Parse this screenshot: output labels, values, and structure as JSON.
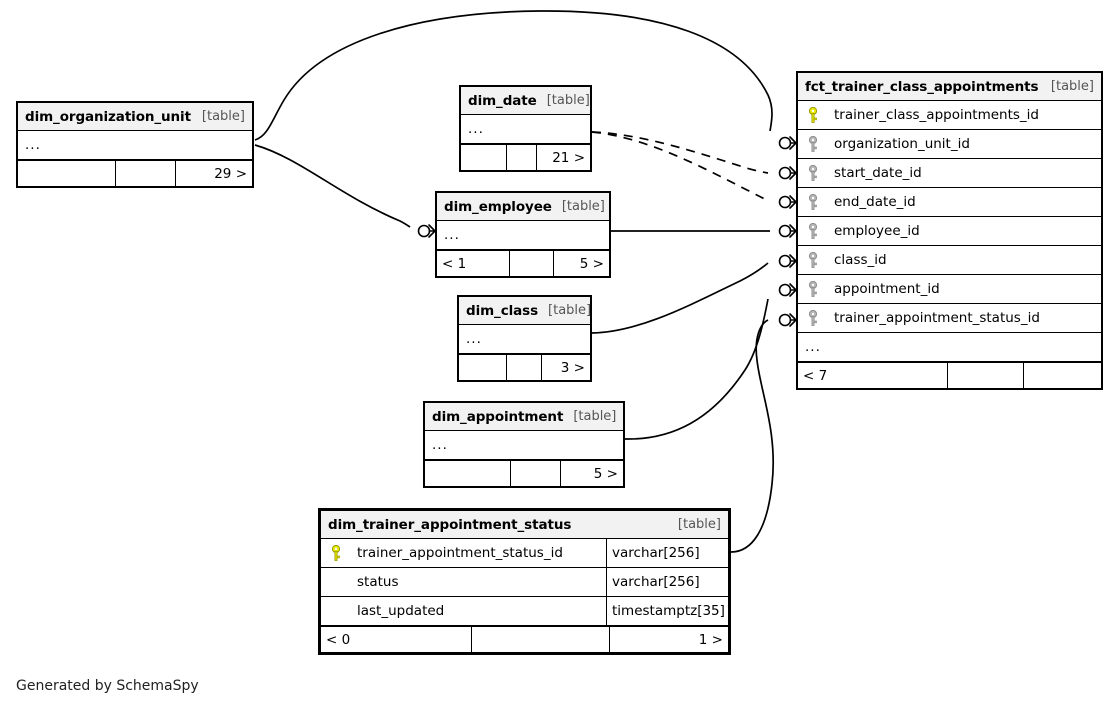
{
  "diagram": {
    "generator_caption": "Generated by SchemaSpy",
    "table_tag": "[table]",
    "ellipsis": "...",
    "colors": {
      "primary_key": "#e8e800",
      "foreign_key": "#b4b4b4",
      "header_bg": "#f2f2f2",
      "border": "#000000",
      "background": "#ffffff"
    }
  },
  "tables": {
    "fct_trainer_class_appointments": {
      "name": "fct_trainer_class_appointments",
      "type_tag": "[table]",
      "columns": [
        {
          "name": "trainer_class_appointments_id",
          "key": "primary"
        },
        {
          "name": "organization_unit_id",
          "key": "foreign"
        },
        {
          "name": "start_date_id",
          "key": "foreign"
        },
        {
          "name": "end_date_id",
          "key": "foreign"
        },
        {
          "name": "employee_id",
          "key": "foreign"
        },
        {
          "name": "class_id",
          "key": "foreign"
        },
        {
          "name": "appointment_id",
          "key": "foreign"
        },
        {
          "name": "trainer_appointment_status_id",
          "key": "foreign"
        }
      ],
      "more_indicator": "...",
      "footer": {
        "left": "< 7",
        "middle": "",
        "right": ""
      }
    },
    "dim_organization_unit": {
      "name": "dim_organization_unit",
      "type_tag": "[table]",
      "more_indicator": "...",
      "footer": {
        "left": "",
        "middle": "",
        "right": "29 >"
      }
    },
    "dim_date": {
      "name": "dim_date",
      "type_tag": "[table]",
      "more_indicator": "...",
      "footer": {
        "left": "",
        "middle": "",
        "right": "21 >"
      }
    },
    "dim_employee": {
      "name": "dim_employee",
      "type_tag": "[table]",
      "more_indicator": "...",
      "footer": {
        "left": "< 1",
        "middle": "",
        "right": "5 >"
      }
    },
    "dim_class": {
      "name": "dim_class",
      "type_tag": "[table]",
      "more_indicator": "...",
      "footer": {
        "left": "",
        "middle": "",
        "right": "3 >"
      }
    },
    "dim_appointment": {
      "name": "dim_appointment",
      "type_tag": "[table]",
      "more_indicator": "...",
      "footer": {
        "left": "",
        "middle": "",
        "right": "5 >"
      }
    },
    "dim_trainer_appointment_status": {
      "name": "dim_trainer_appointment_status",
      "type_tag": "[table]",
      "focused": true,
      "columns": [
        {
          "name": "trainer_appointment_status_id",
          "type": "varchar[256]",
          "key": "primary"
        },
        {
          "name": "status",
          "type": "varchar[256]",
          "key": "none"
        },
        {
          "name": "last_updated",
          "type": "timestamptz[35]",
          "key": "none"
        }
      ],
      "footer": {
        "left": "< 0",
        "middle": "",
        "right": "1 >"
      }
    }
  },
  "relationships": [
    {
      "from": "dim_organization_unit",
      "to": "fct_trainer_class_appointments.organization_unit_id",
      "style": "solid"
    },
    {
      "from": "dim_date",
      "to": "fct_trainer_class_appointments.start_date_id",
      "style": "dashed"
    },
    {
      "from": "dim_date",
      "to": "fct_trainer_class_appointments.end_date_id",
      "style": "dashed"
    },
    {
      "from": "dim_organization_unit",
      "to": "dim_employee",
      "style": "solid"
    },
    {
      "from": "dim_employee",
      "to": "fct_trainer_class_appointments.employee_id",
      "style": "solid"
    },
    {
      "from": "dim_class",
      "to": "fct_trainer_class_appointments.class_id",
      "style": "solid"
    },
    {
      "from": "dim_appointment",
      "to": "fct_trainer_class_appointments.appointment_id",
      "style": "solid"
    },
    {
      "from": "dim_trainer_appointment_status",
      "to": "fct_trainer_class_appointments.trainer_appointment_status_id",
      "style": "solid"
    }
  ]
}
